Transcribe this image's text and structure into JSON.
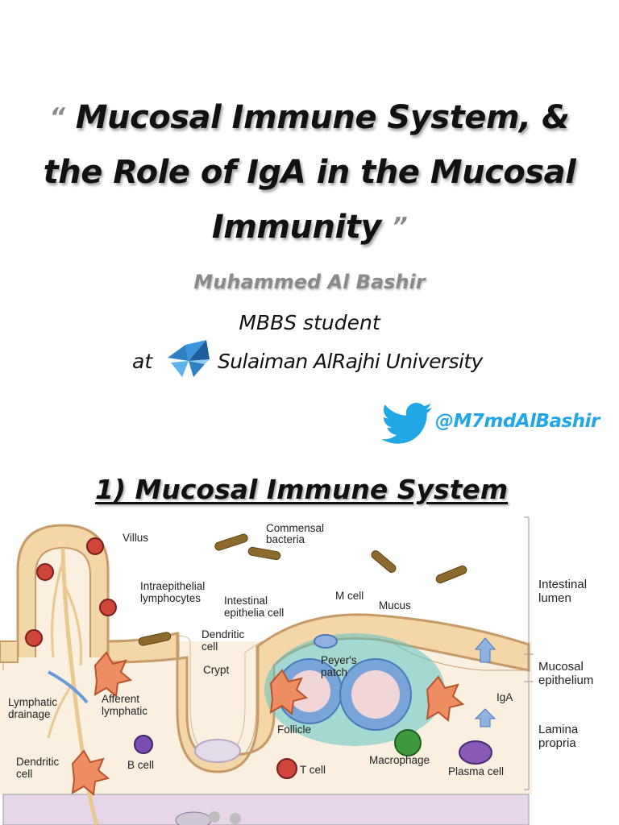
{
  "title": {
    "open_quote": "“",
    "line1": "Mucosal Immune System, &",
    "line2": "the Role of IgA in the Mucosal",
    "line3": "Immunity",
    "close_quote": "”"
  },
  "author": "Muhammed Al Bashir",
  "role": "MBBS student",
  "affiliation": {
    "prefix": "at",
    "name": "Sulaiman AlRajhi University",
    "logo_icon": "university-logo-icon"
  },
  "social": {
    "icon": "twitter-bird-icon",
    "handle": "@M7mdAlBashir",
    "color": "#21a7e6"
  },
  "section_heading": "1) Mucosal Immune System",
  "diagram": {
    "labels": {
      "villus": "Villus",
      "commensal_1": "Commensal",
      "commensal_2": "bacteria",
      "intraepithelial_1": "Intraepithelial",
      "intraepithelial_2": "lymphocytes",
      "intestinal_epi_1": "Intestinal",
      "intestinal_epi_2": "epithelia cell",
      "m_cell": "M cell",
      "mucus": "Mucus",
      "dendritic_top_1": "Dendritic",
      "dendritic_top_2": "cell",
      "crypt": "Crypt",
      "peyers_1": "Peyer's",
      "peyers_2": "patch",
      "lymphatic_1": "Lymphatic",
      "lymphatic_2": "drainage",
      "afferent_1": "Afferent",
      "afferent_2": "lymphatic",
      "follicle": "Follicle",
      "iga": "IgA",
      "b_cell": "B cell",
      "macrophage": "Macrophage",
      "t_cell": "T cell",
      "plasma_cell": "Plasma cell",
      "dendritic_bottom_1": "Dendritic",
      "dendritic_bottom_2": "cell"
    },
    "regions": {
      "lumen_1": "Intestinal",
      "lumen_2": "lumen",
      "epithelium_1": "Mucosal",
      "epithelium_2": "epithelium",
      "lamina_1": "Lamina",
      "lamina_2": "propria"
    }
  }
}
